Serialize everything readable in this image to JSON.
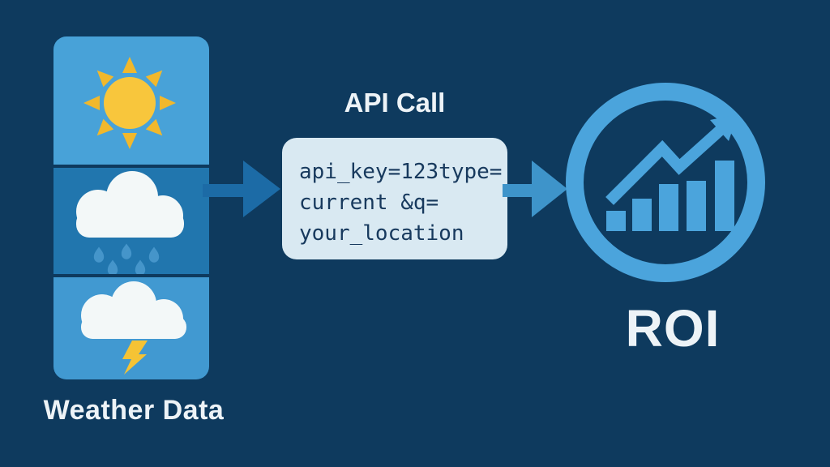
{
  "background": "#0e3a5e",
  "text_color": "#edf3f7",
  "weather_panel": {
    "label": "Weather Data",
    "sections": [
      {
        "name": "sunny",
        "icon": "sun-icon",
        "color": "#48a2d8"
      },
      {
        "name": "rain",
        "icon": "rain-cloud-icon",
        "color": "#2176ae"
      },
      {
        "name": "storm",
        "icon": "storm-cloud-icon",
        "color": "#4199d1"
      }
    ],
    "sun_body_color": "#f8c63c",
    "sun_ray_color": "#f1b82c",
    "cloud_color": "#f3f8f8",
    "raindrop_color": "#4595ca",
    "lightning_color": "#f5c335"
  },
  "arrows": {
    "first_color": "#1c6ba6",
    "second_color": "#3e94ca"
  },
  "api_call": {
    "title": "API Call",
    "code_lines": [
      "api_key=123type=",
      "current &q=",
      "your_location"
    ],
    "box_bg": "#d9e9f2",
    "text_color": "#17395d"
  },
  "roi": {
    "label": "ROI",
    "icon": "roi-growth-icon",
    "icon_color": "#4ba4dc"
  }
}
